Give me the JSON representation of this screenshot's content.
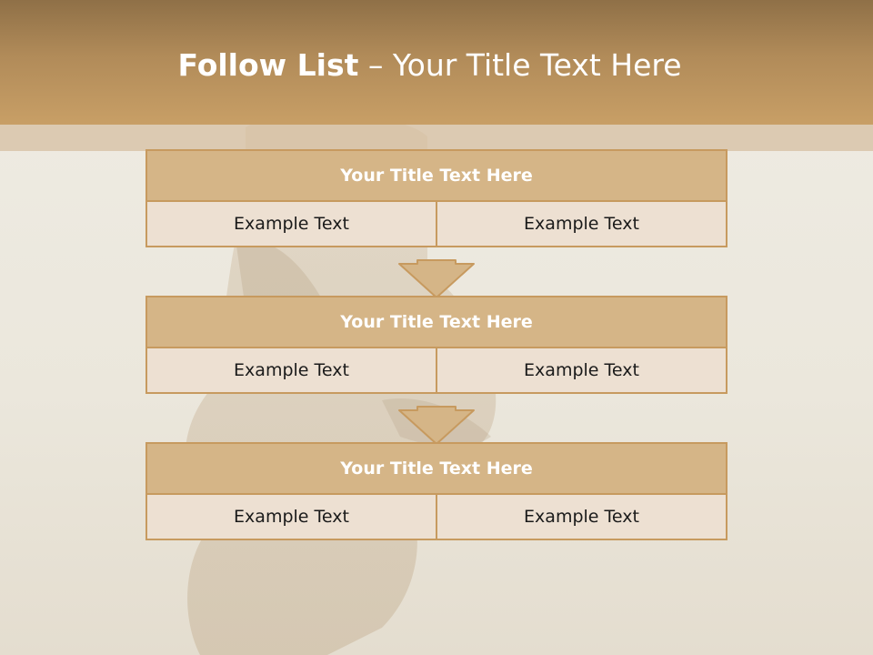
{
  "slide": {
    "title_bold": "Follow List",
    "title_rest": " – Your Title Text Here"
  },
  "blocks": [
    {
      "title": "Your Title Text Here",
      "left": "Example Text",
      "right": "Example Text"
    },
    {
      "title": "Your Title Text Here",
      "left": "Example Text",
      "right": "Example Text"
    },
    {
      "title": "Your Title Text Here",
      "left": "Example Text",
      "right": "Example Text"
    }
  ],
  "colors": {
    "header": "#c89f66",
    "block_header": "#d5b587",
    "block_row": "#ede0d2",
    "border": "#c79a5f"
  }
}
